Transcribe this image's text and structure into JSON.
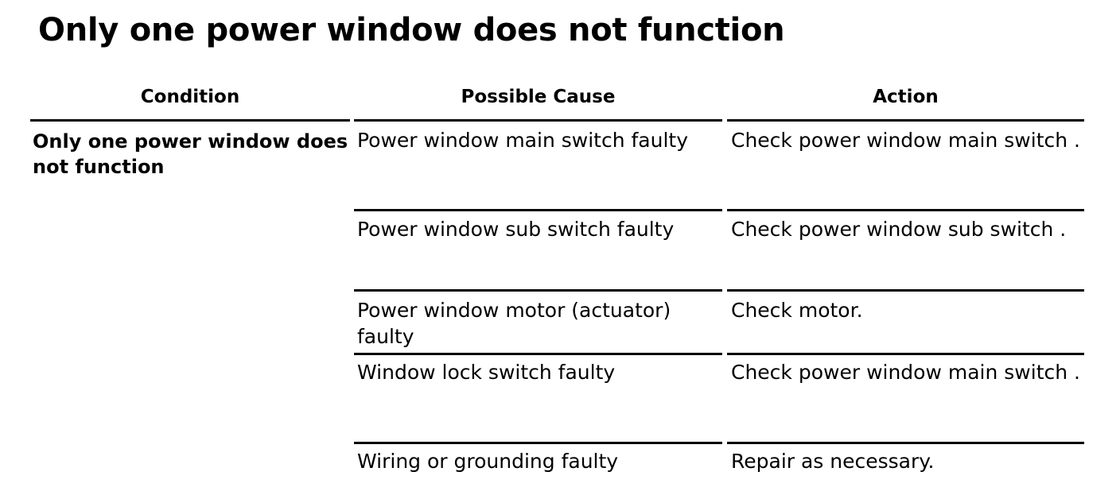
{
  "document": {
    "title": "Only one power window does not function"
  },
  "table": {
    "headers": {
      "condition": "Condition",
      "possible_cause": "Possible Cause",
      "action": "Action"
    },
    "condition_cell": "Only one power window does not function",
    "rows": [
      {
        "possible_cause": "Power window main switch faulty",
        "action": "Check power window main switch ."
      },
      {
        "possible_cause": "Power window sub switch faulty",
        "action": "Check power window sub switch ."
      },
      {
        "possible_cause": "Power window motor (actuator) faulty",
        "action": "Check motor."
      },
      {
        "possible_cause": "Window lock switch faulty",
        "action": "Check power window main switch ."
      },
      {
        "possible_cause": "Wiring or grounding faulty",
        "action": "Repair as necessary."
      }
    ]
  }
}
